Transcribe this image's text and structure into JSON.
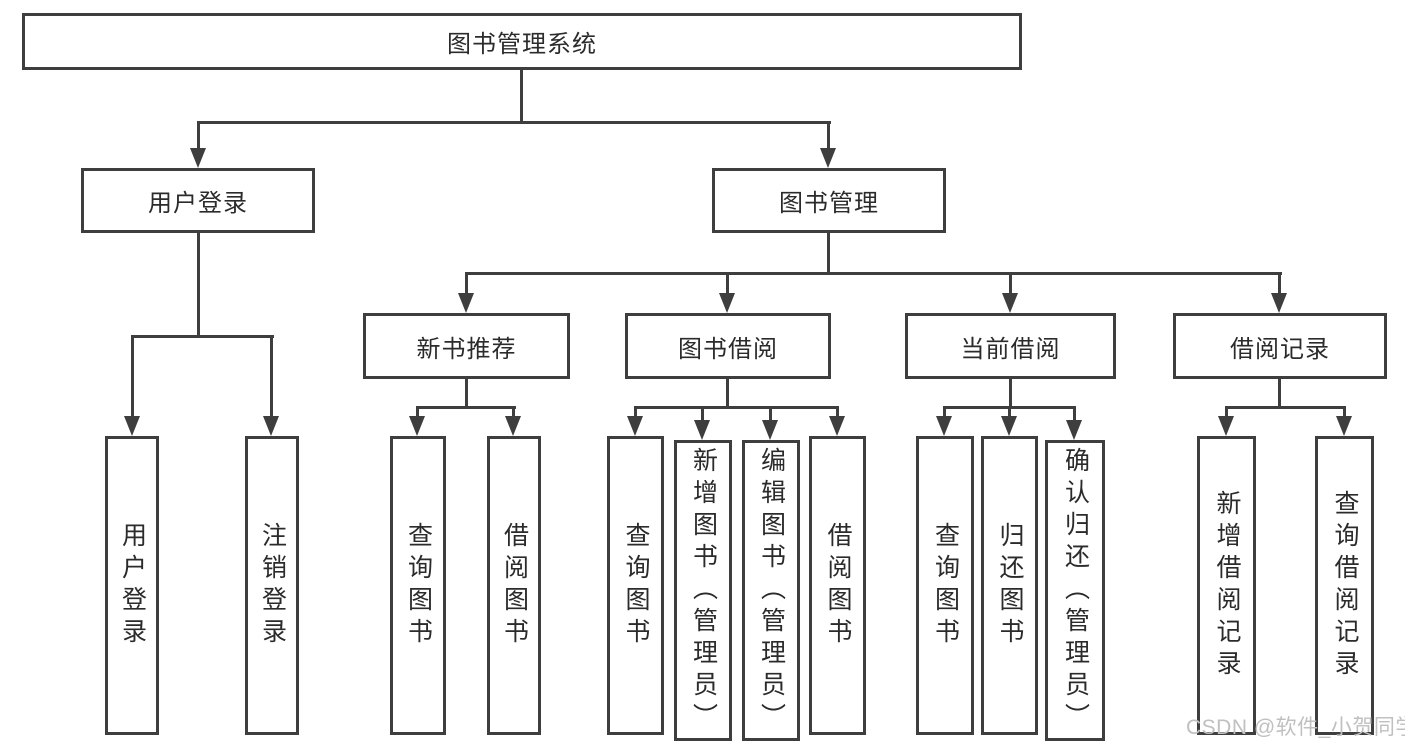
{
  "colors": {
    "line": "#3e3e3e",
    "text": "#2b2b2b",
    "watermark": "#c0c0c0",
    "background": "#ffffff"
  },
  "diagram": {
    "root": {
      "label": "图书管理系统"
    },
    "level2": [
      {
        "label": "用户登录"
      },
      {
        "label": "图书管理"
      }
    ],
    "level3": [
      {
        "label": "新书推荐",
        "parent": "图书管理"
      },
      {
        "label": "图书借阅",
        "parent": "图书管理"
      },
      {
        "label": "当前借阅",
        "parent": "图书管理"
      },
      {
        "label": "借阅记录",
        "parent": "图书管理"
      }
    ],
    "leaves": [
      {
        "label": "用户登录",
        "parent": "用户登录"
      },
      {
        "label": "注销登录",
        "parent": "用户登录"
      },
      {
        "label": "查询图书",
        "parent": "新书推荐"
      },
      {
        "label": "借阅图书",
        "parent": "新书推荐"
      },
      {
        "label": "查询图书",
        "parent": "图书借阅"
      },
      {
        "label": "新增图书（管理员）",
        "parent": "图书借阅"
      },
      {
        "label": "编辑图书（管理员）",
        "parent": "图书借阅"
      },
      {
        "label": "借阅图书",
        "parent": "图书借阅"
      },
      {
        "label": "查询图书",
        "parent": "当前借阅"
      },
      {
        "label": "归还图书",
        "parent": "当前借阅"
      },
      {
        "label": "确认归还（管理员）",
        "parent": "当前借阅"
      },
      {
        "label": "新增借阅记录",
        "parent": "借阅记录"
      },
      {
        "label": "查询借阅记录",
        "parent": "借阅记录"
      }
    ]
  },
  "watermark": {
    "text": "CSDN @软件_小贺同学"
  }
}
